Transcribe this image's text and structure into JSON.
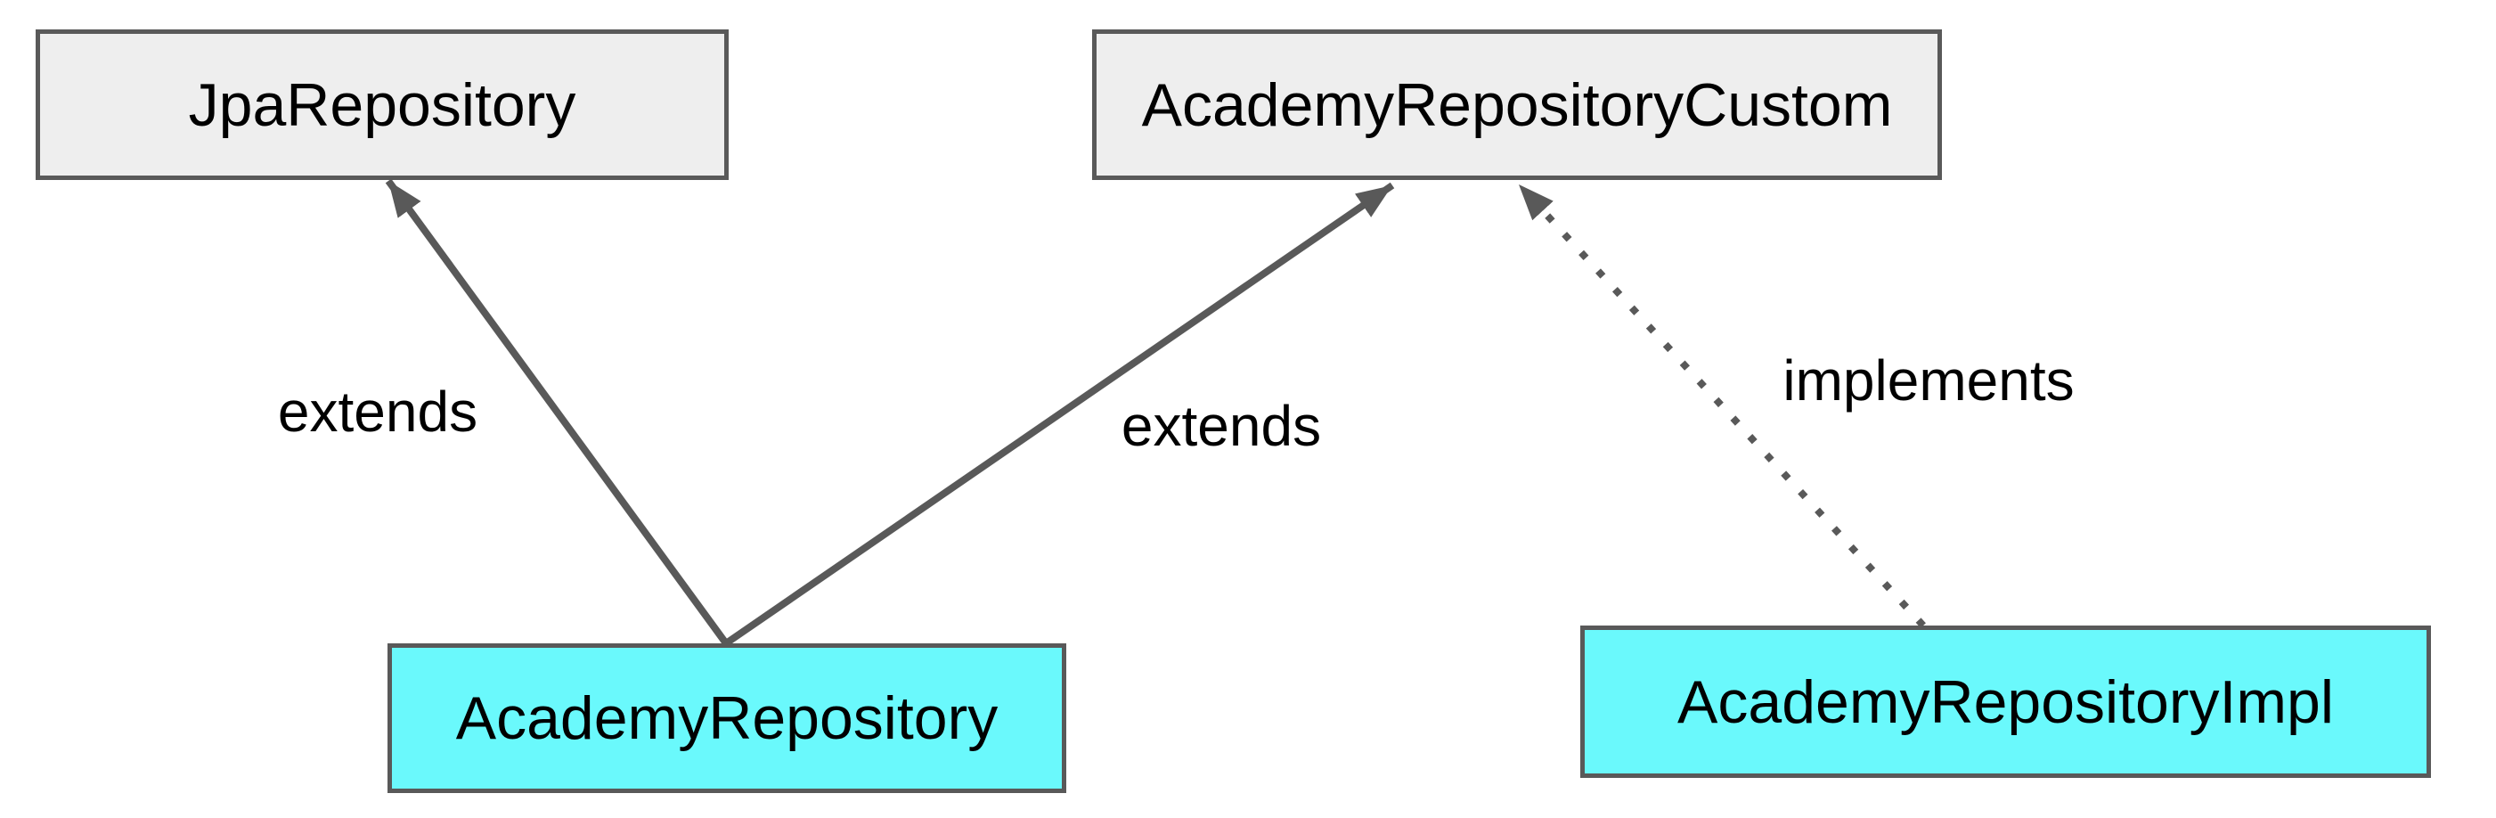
{
  "diagram": {
    "nodes": [
      {
        "id": "jpa-repository",
        "label": "JpaRepository",
        "fill": "#eeeeee"
      },
      {
        "id": "academy-repository-custom",
        "label": "AcademyRepositoryCustom",
        "fill": "#eeeeee"
      },
      {
        "id": "academy-repository",
        "label": "AcademyRepository",
        "fill": "#6af9fc"
      },
      {
        "id": "academy-repository-impl",
        "label": "AcademyRepositoryImpl",
        "fill": "#6af9fc"
      }
    ],
    "edges": [
      {
        "from": "AcademyRepository",
        "to": "JpaRepository",
        "label": "extends",
        "style": "solid"
      },
      {
        "from": "AcademyRepository",
        "to": "AcademyRepositoryCustom",
        "label": "extends",
        "style": "solid"
      },
      {
        "from": "AcademyRepositoryImpl",
        "to": "AcademyRepositoryCustom",
        "label": "implements",
        "style": "dotted"
      }
    ],
    "colors": {
      "line": "#595959",
      "border": "#595959",
      "gray_fill": "#eeeeee",
      "cyan_fill": "#6af9fc",
      "text": "#000000",
      "background": "#ffffff"
    }
  }
}
